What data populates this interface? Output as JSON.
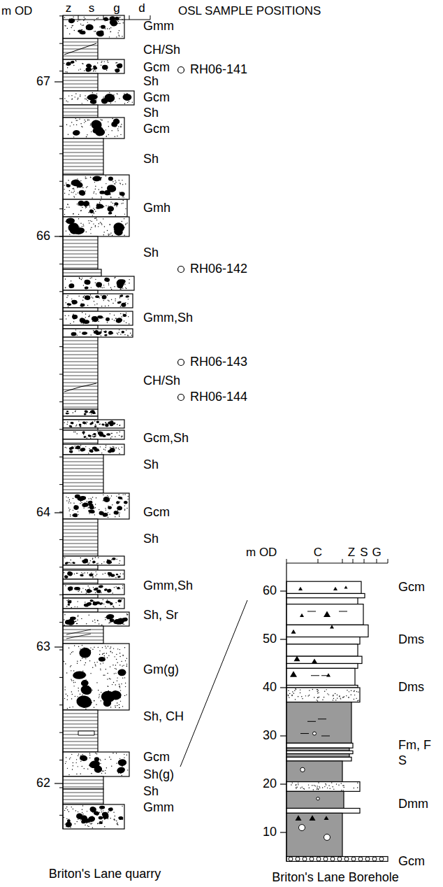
{
  "diagram": {
    "labels": [
      "m OD",
      "z",
      "s",
      "g",
      "d",
      "OSL SAMPLE POSITIONS",
      "Gmm",
      "CH/Sh",
      "RH06-141",
      "Gcm",
      "67",
      "Sh",
      "Gcm",
      "Sh",
      "Gcm",
      "Sh",
      "Gmh",
      "66",
      "Sh",
      "RH06-142",
      "Gmm,Sh",
      "RH06-143",
      "CH/Sh",
      "RH06-144",
      "Gcm,Sh",
      "Sh",
      "64",
      "Gcm",
      "Sh",
      "Gmm,Sh",
      "63",
      "Sh, Sr",
      "Gm(g)",
      "Sh, CH",
      "Gcm",
      "62",
      "Sh(g)",
      "Sh",
      "Gmm",
      "Briton's Lane quarry",
      "m OD",
      "C",
      "Z",
      "S",
      "G",
      "60",
      "50",
      "40",
      "30",
      "20",
      "10",
      "Gcm",
      "Dms",
      "Dms",
      "Fm, F",
      "S",
      "Dmm",
      "Gcm",
      "Briton's Lane Borehole"
    ]
  }
}
